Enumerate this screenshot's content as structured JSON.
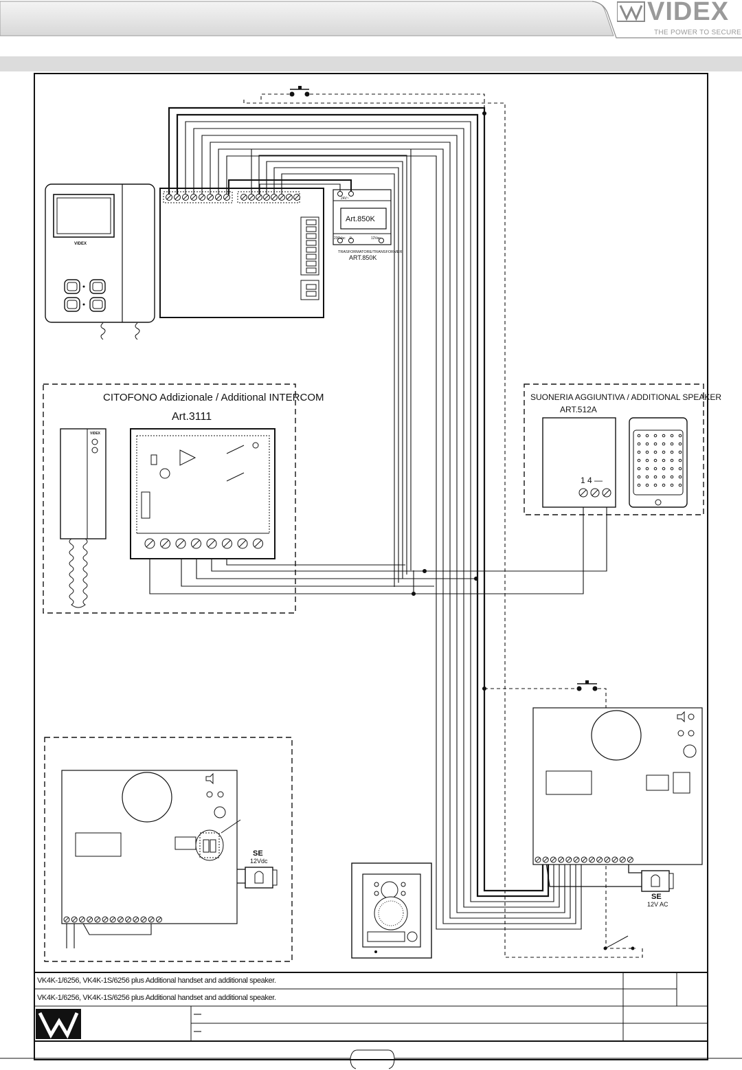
{
  "header": {
    "brand": "VIDEX",
    "tagline": "THE POWER TO SECURE"
  },
  "labels": {
    "intercom_title": "CITOFONO Addizionale / Additional INTERCOM",
    "intercom_art": "Art.3111",
    "speaker_title": "SUONERIA AGGIUNTIVA / ADDITIONAL SPEAKER",
    "speaker_art": "ART.512A",
    "speaker_terminals": "1 4 —",
    "transformer_art": "Art.850K",
    "transformer_caption": "TRASFORMATORE/TRANSFORMER",
    "transformer_art_caption": "ART.850K",
    "transformer_24v": "24V~",
    "transformer_230": "230Vac",
    "transformer_0": "0",
    "transformer_12": "12Vac",
    "monitor_brand": "VIDEX",
    "intercom_brand": "VIDEX",
    "se_left": "SE",
    "se_left_volt": "12Vdc",
    "se_right": "SE",
    "se_right_volt": "12V AC"
  },
  "title_block": {
    "line1": "VK4K-1/6256, VK4K-1S/6256 plus Additional handset and additional speaker.",
    "line2": "VK4K-1/6256, VK4K-1S/6256 plus Additional handset and additional speaker.",
    "dash1": "—",
    "dash2": "—"
  }
}
